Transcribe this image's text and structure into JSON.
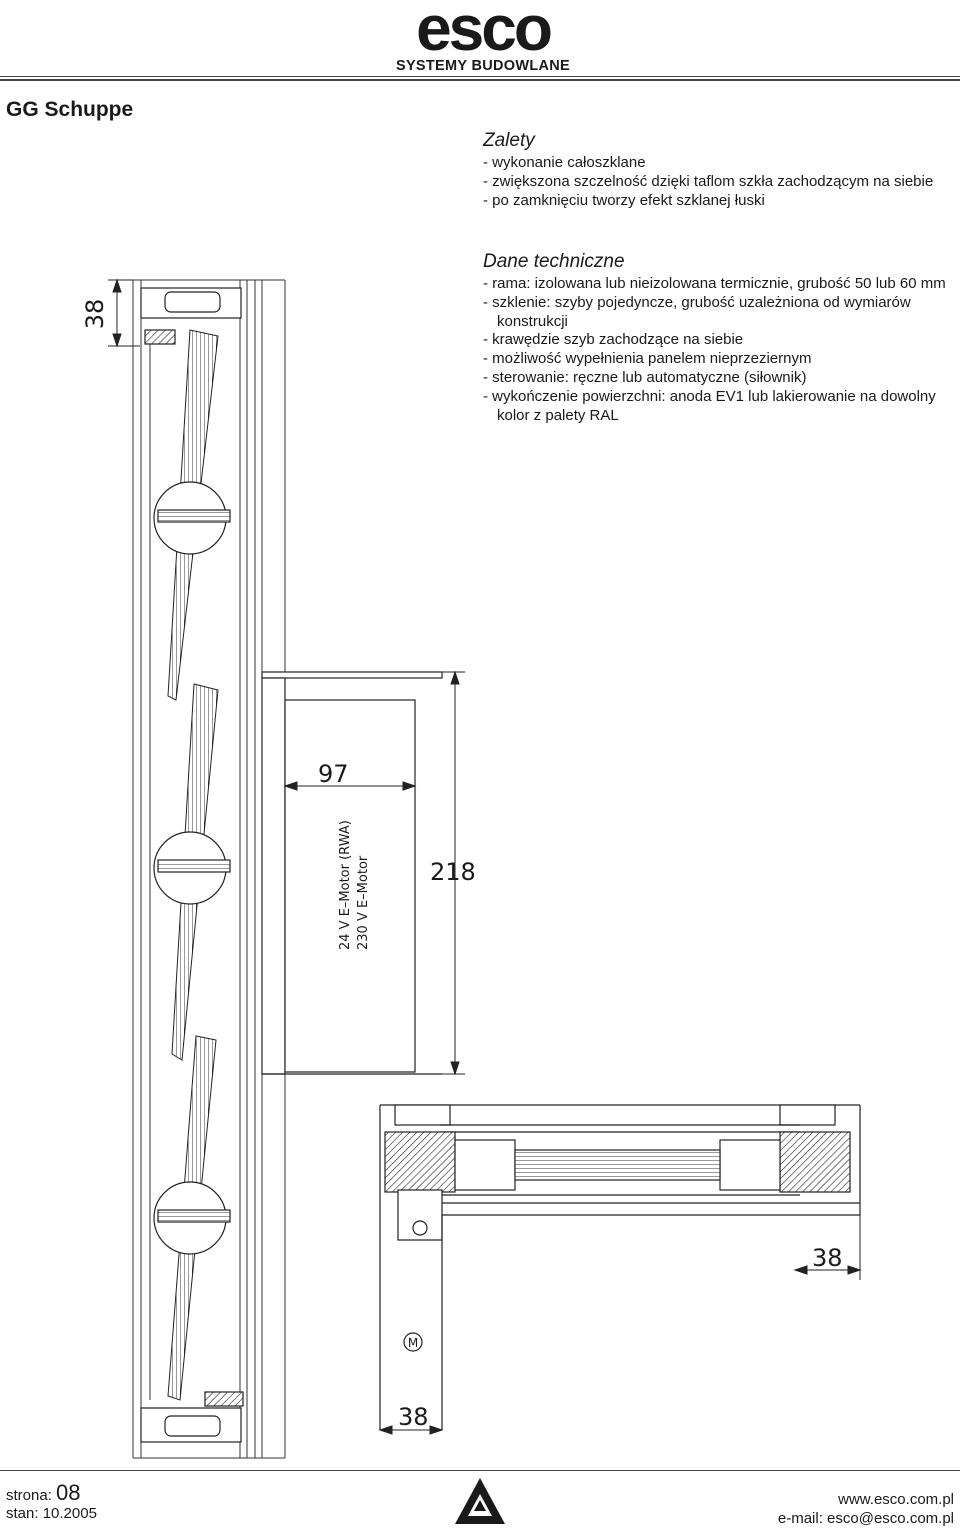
{
  "header": {
    "brand": "esco",
    "tagline": "SYSTEMY BUDOWLANE"
  },
  "doc_title": "GG Schuppe",
  "advantages": {
    "heading": "Zalety",
    "items": [
      "- wykonanie całoszklane",
      "- zwiększona szczelność dzięki taflom szkła zachodzącym na siebie",
      "- po zamknięciu tworzy efekt szklanej łuski"
    ]
  },
  "technical": {
    "heading": "Dane techniczne",
    "items": [
      "- rama: izolowana lub nieizolowana termicznie, grubość 50 lub 60 mm",
      "- szklenie: szyby pojedyncze, grubość uzależniona od wymiarów konstrukcji",
      "- krawędzie szyb zachodzące na siebie",
      "- możliwość wypełnienia panelem nieprzeziernym",
      "- sterowanie: ręczne lub automatyczne (siłownik)",
      "- wykończenie powierzchni: anoda EV1 lub lakierowanie na dowolny kolor z palety RAL"
    ]
  },
  "drawing": {
    "dim_top_left": "38",
    "dim_motor_width": "97",
    "dim_motor_height": "218",
    "motor_label_1": "24 V E–Motor (RWA)",
    "motor_label_2": "230 V E–Motor",
    "dim_section_right": "38",
    "dim_section_bottom": "38",
    "motor_symbol": "M"
  },
  "footer": {
    "page_label": "strona:",
    "page_number": "08",
    "date_label": "stan:",
    "date": "10.2005",
    "website": "www.esco.com.pl",
    "email": "e-mail: esco@esco.com.pl"
  }
}
